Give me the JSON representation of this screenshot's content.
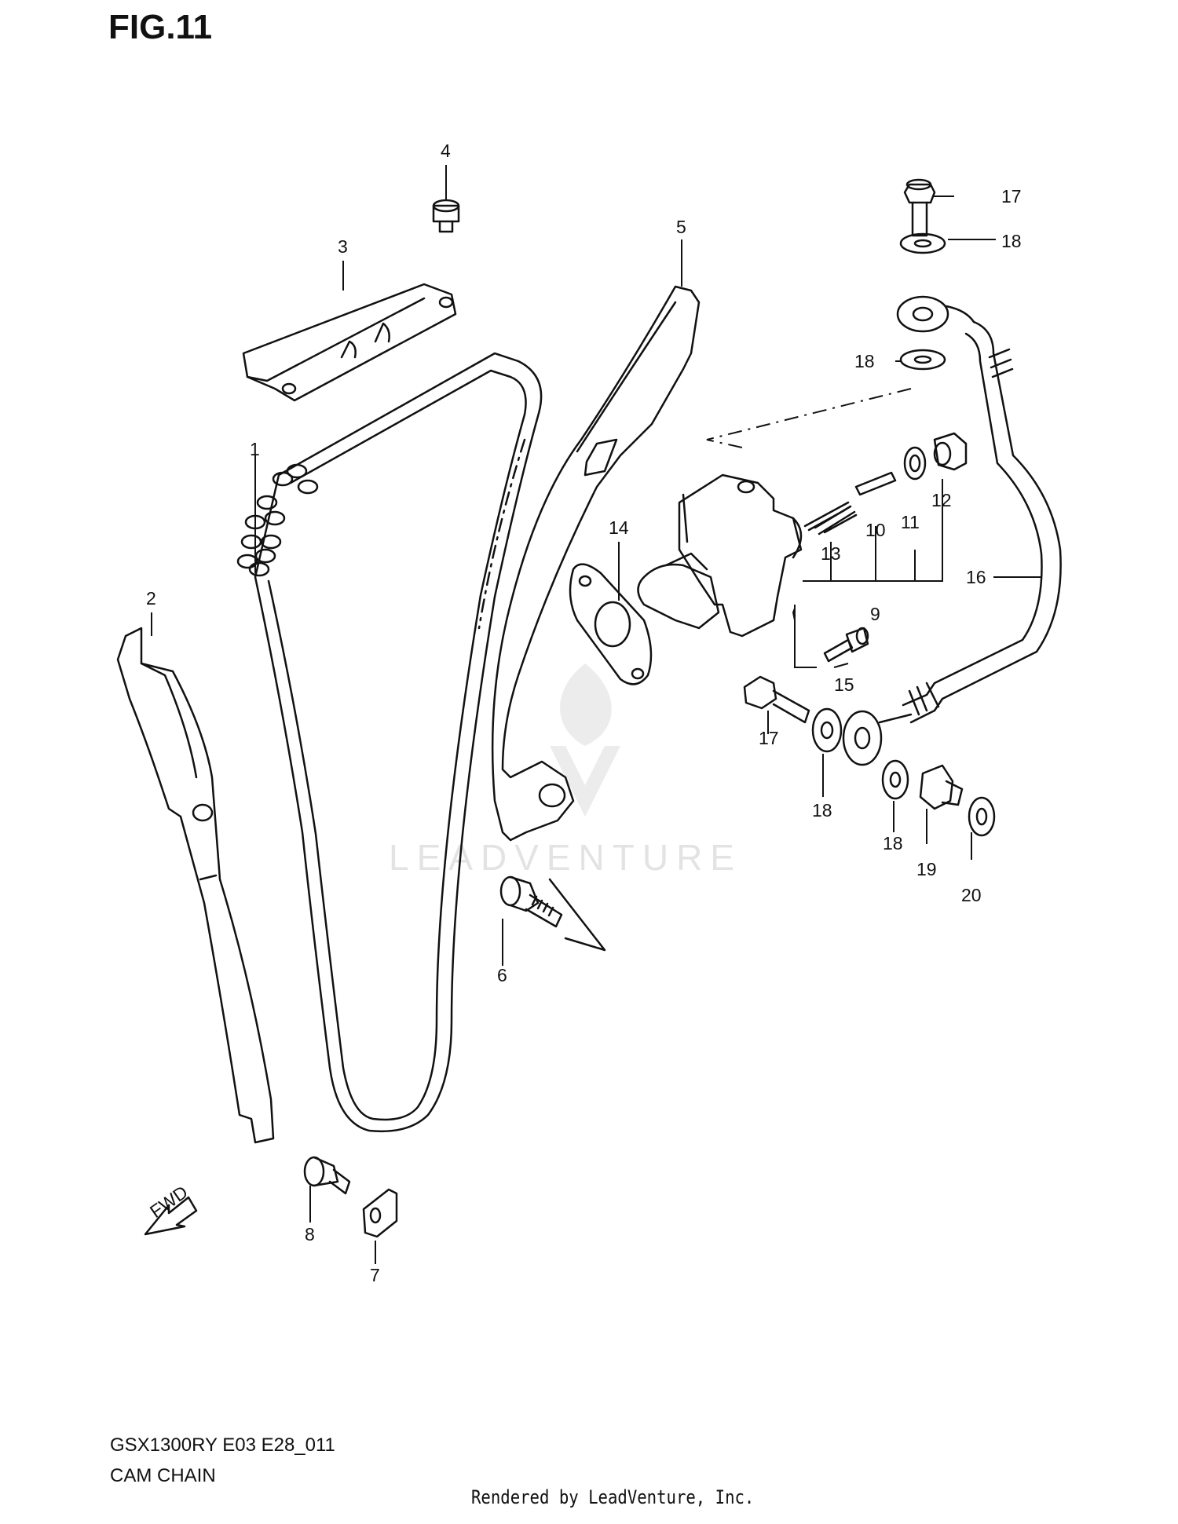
{
  "header": {
    "figure": "FIG.11"
  },
  "footer": {
    "model_code": "GSX1300RY E03 E28_011",
    "section_name": "CAM CHAIN",
    "rendered_by": "Rendered by LeadVenture, Inc."
  },
  "watermark": {
    "text": "LEADVENTURE"
  },
  "fwd_arrow": {
    "label": "FWD"
  },
  "callouts": [
    "1",
    "2",
    "3",
    "4",
    "5",
    "6",
    "7",
    "8",
    "9",
    "10",
    "11",
    "12",
    "13",
    "14",
    "15",
    "16",
    "17",
    "17",
    "18",
    "18",
    "18",
    "18",
    "19",
    "20"
  ]
}
